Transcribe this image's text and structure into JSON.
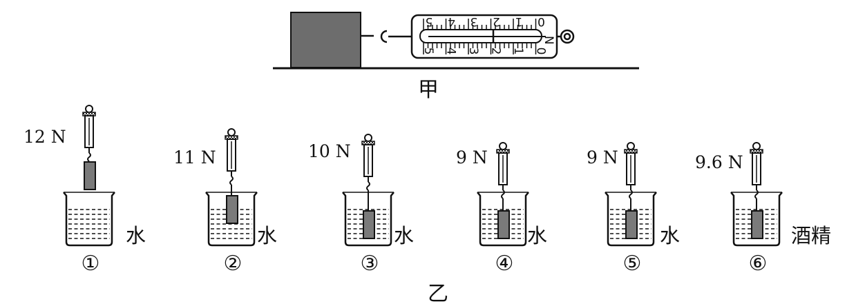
{
  "figure_jia": {
    "caption": "甲",
    "scale_numbers_top": [
      "5",
      "4",
      "3",
      "2",
      "1",
      "0"
    ],
    "scale_numbers_bottom": [
      "5",
      "4",
      "3",
      "2",
      "1",
      "0"
    ],
    "unit": "N"
  },
  "figure_yi": {
    "caption": "乙",
    "setups": [
      {
        "index": "①",
        "force": "12 N",
        "liquid": "水",
        "immersion": 0
      },
      {
        "index": "②",
        "force": "11 N",
        "liquid": "水",
        "immersion": 0.5
      },
      {
        "index": "③",
        "force": "10 N",
        "liquid": "水",
        "immersion": 1
      },
      {
        "index": "④",
        "force": "9 N",
        "liquid": "水",
        "immersion": 1
      },
      {
        "index": "⑤",
        "force": "9 N",
        "liquid": "水",
        "immersion": 1
      },
      {
        "index": "⑥",
        "force": "9.6 N",
        "liquid": "酒精",
        "immersion": 1
      }
    ]
  }
}
